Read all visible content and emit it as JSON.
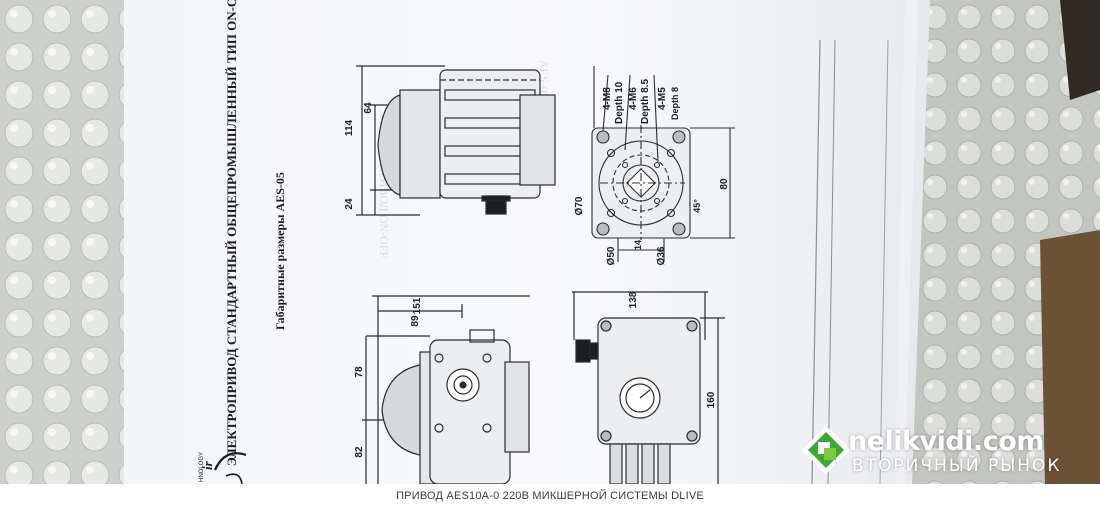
{
  "caption": "ПРИВОД AES10A-0 220В МИКШЕРНОЙ СИСТЕМЫ DLIVE",
  "watermark": {
    "brand": "nelikvidi.com",
    "subtitle": "ВТОРИЧНЫЙ РЫНОК",
    "accent_color": "#3aa935"
  },
  "document": {
    "main_title": "ЭЛЕКТРОПРИВОД СТАНДАРТНЫЙ ОБЩЕПРОМЫШЛЕННЫЙ ТИП ON-OFF",
    "subtitle": "Габаритные размеры AES-05",
    "logo_text": "ir",
    "logo_subtext": "HNOLOGY",
    "dimensions": {
      "d114": "114",
      "d64": "64",
      "d24": "24",
      "d151": "151",
      "d89": "89",
      "d78": "78",
      "d82": "82",
      "d138": "138",
      "d160": "160",
      "d80": "80",
      "d70": "Ø70",
      "d50": "Ø50",
      "d36": "Ø36",
      "d14": "14",
      "angle45": "45°"
    },
    "holes": {
      "m8": "4-M8",
      "m8_depth": "Depth 10",
      "m6": "4-M6",
      "m6_depth": "Depth 8.5",
      "m5": "4-M5",
      "m5_depth": "Depth 8"
    }
  }
}
